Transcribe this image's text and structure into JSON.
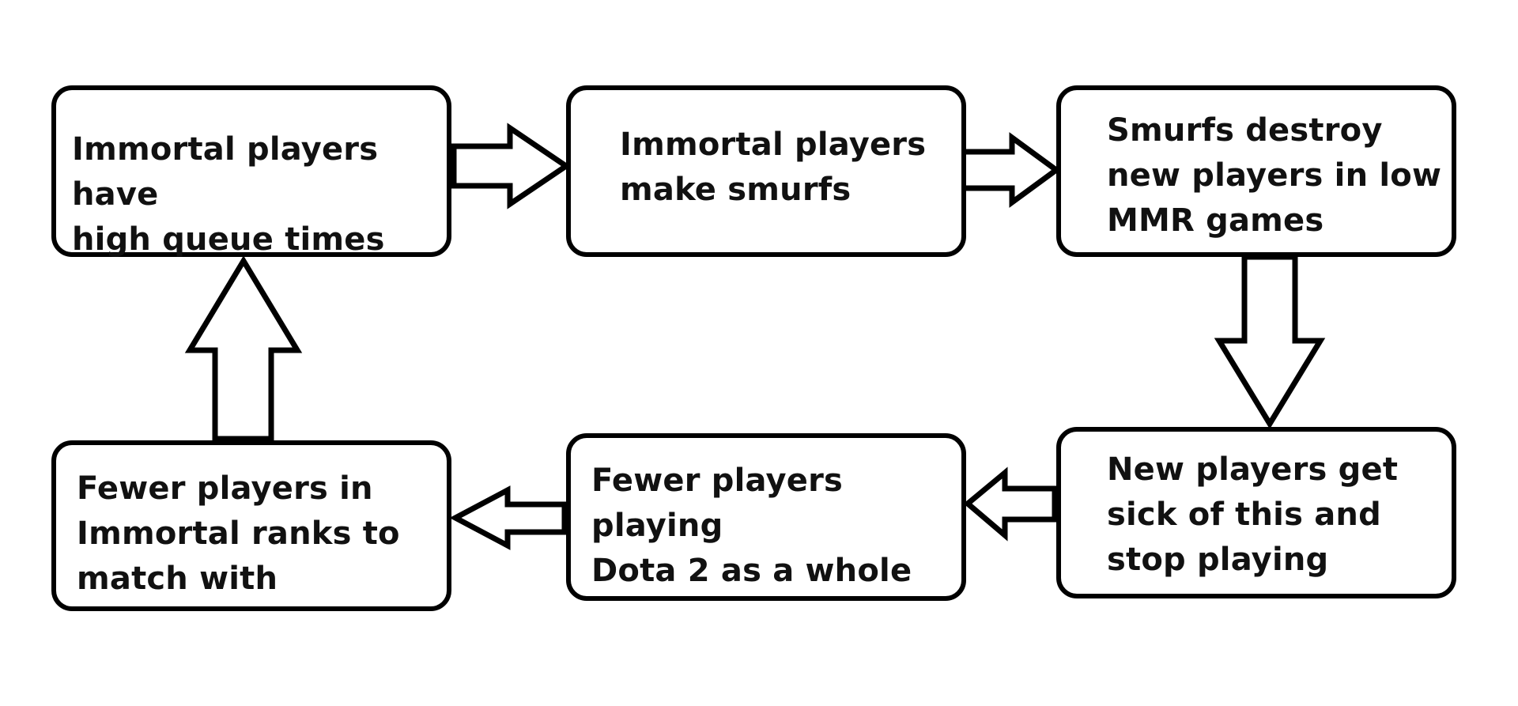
{
  "diagram": {
    "boxes": [
      {
        "id": "b1",
        "text": "Immortal players have\nhigh queue times"
      },
      {
        "id": "b2",
        "text": "Immortal players\nmake smurfs"
      },
      {
        "id": "b3",
        "text": "Smurfs destroy\nnew players in low\nMMR games"
      },
      {
        "id": "b4",
        "text": "New players get\nsick of this and\nstop playing"
      },
      {
        "id": "b5",
        "text": "Fewer players playing\nDota 2 as a whole"
      },
      {
        "id": "b6",
        "text": "Fewer players in\nImmortal ranks to\nmatch with"
      }
    ],
    "flow": [
      "b1",
      "b2",
      "b3",
      "b4",
      "b5",
      "b6",
      "b1"
    ],
    "colors": {
      "stroke": "#000000",
      "fill": "#ffffff",
      "text": "#111111"
    }
  }
}
